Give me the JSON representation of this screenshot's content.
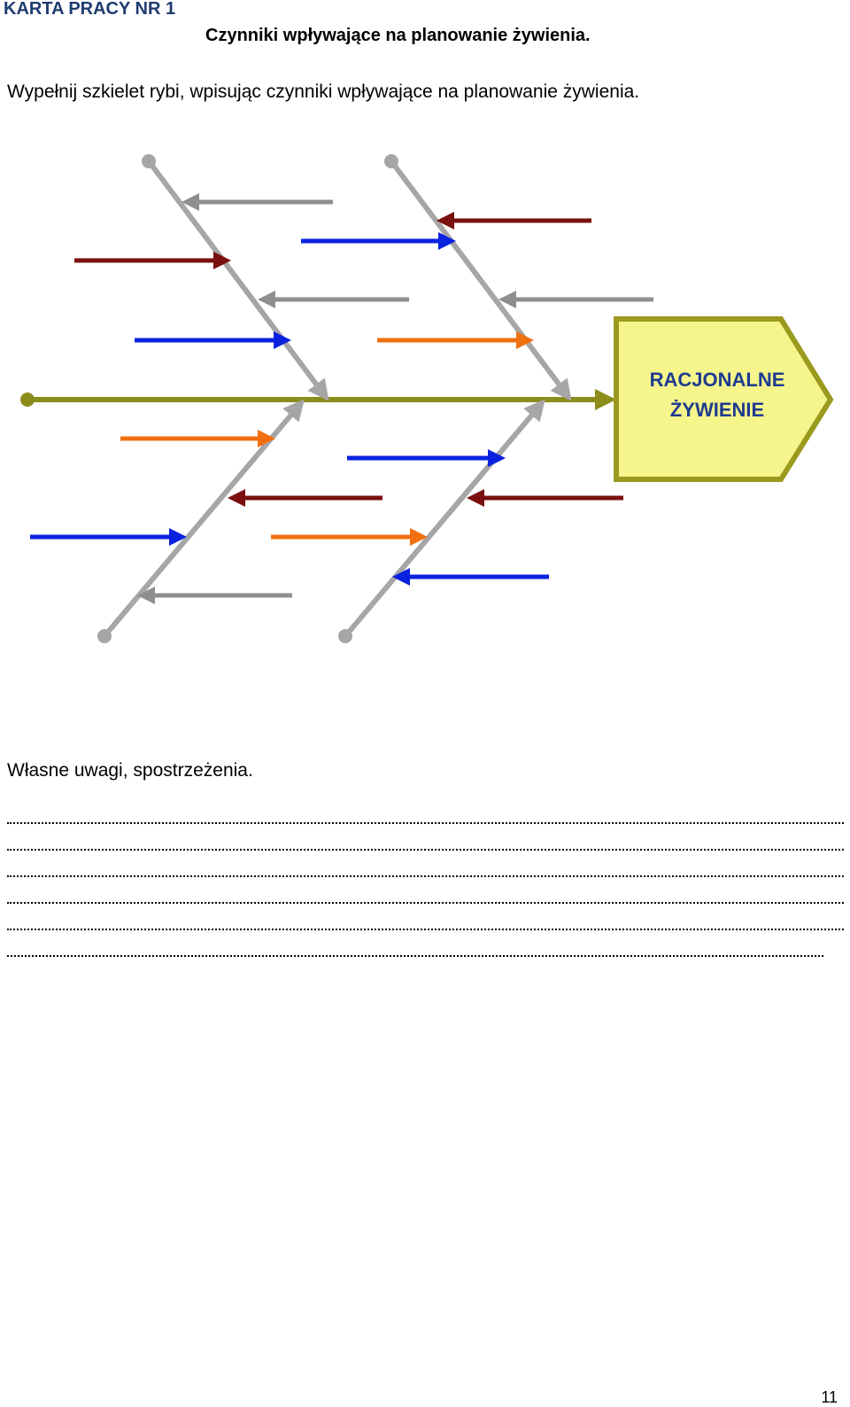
{
  "header": {
    "label": "KARTA PRACY NR 1",
    "title": "Czynniki wpływające na planowanie żywienia."
  },
  "instruction": "Wypełnij szkielet rybi, wpisując czynniki wpływające na planowanie żywienia.",
  "diagram": {
    "effect_line1": "RACJONALNE",
    "effect_line2": "ŻYWIENIE",
    "colors": {
      "spine": "#8c8c1a",
      "bones": "#a6a6a6",
      "effect_fill": "#f5f58c",
      "effect_border": "#9a9a1e",
      "effect_text": "#1f3b8f",
      "arrow_dark_red": "#7a1010",
      "arrow_blue": "#0a22e0",
      "arrow_gray": "#8f8f8f",
      "arrow_orange": "#f07010"
    }
  },
  "notes": {
    "heading": "Własne uwagi, spostrzeżenia."
  },
  "footer": {
    "page_number": "11"
  }
}
